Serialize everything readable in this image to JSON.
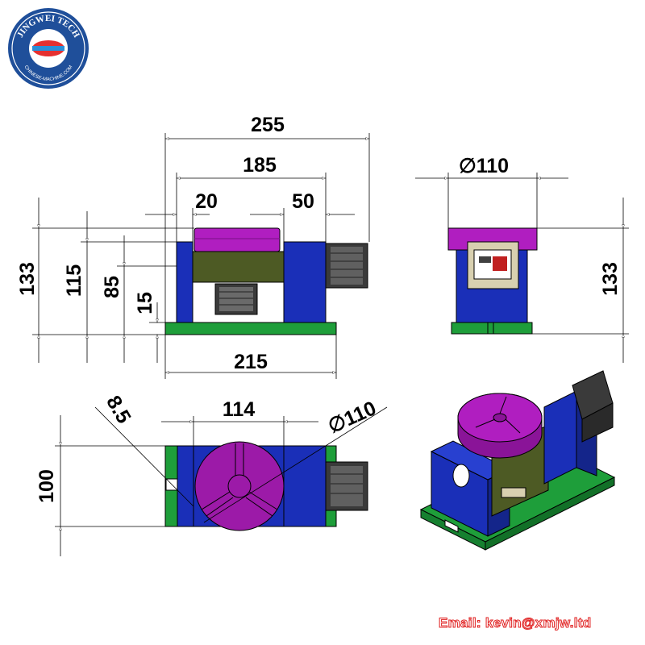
{
  "logo": {
    "name": "JINGWEI TECH",
    "site": "CHINESE-MACHINE.COM"
  },
  "front_view": {
    "dim_overall_width": "255",
    "dim_inner_width": "185",
    "dim_left_offset": "20",
    "dim_motor_offset": "50",
    "dim_height_total": "133",
    "dim_height_115": "115",
    "dim_height_85": "85",
    "dim_base_thickness": "15",
    "dim_base_width": "215"
  },
  "side_view": {
    "dim_diameter": "∅110",
    "dim_height": "133"
  },
  "top_view": {
    "dim_slot": "8.5",
    "dim_block_spacing": "114",
    "dim_diameter": "∅110",
    "dim_depth": "100"
  },
  "footer": {
    "email": "Email: kevin@xmjw.ltd"
  },
  "colors": {
    "housing_blue": "#1a2fb8",
    "chuck_magenta": "#b01ec0",
    "base_green": "#1e9e3a",
    "gear_olive": "#4d5a24",
    "motor_dark": "#3a3a3a",
    "logo_blue": "#1f4f9a",
    "email_red": "#e02020"
  }
}
